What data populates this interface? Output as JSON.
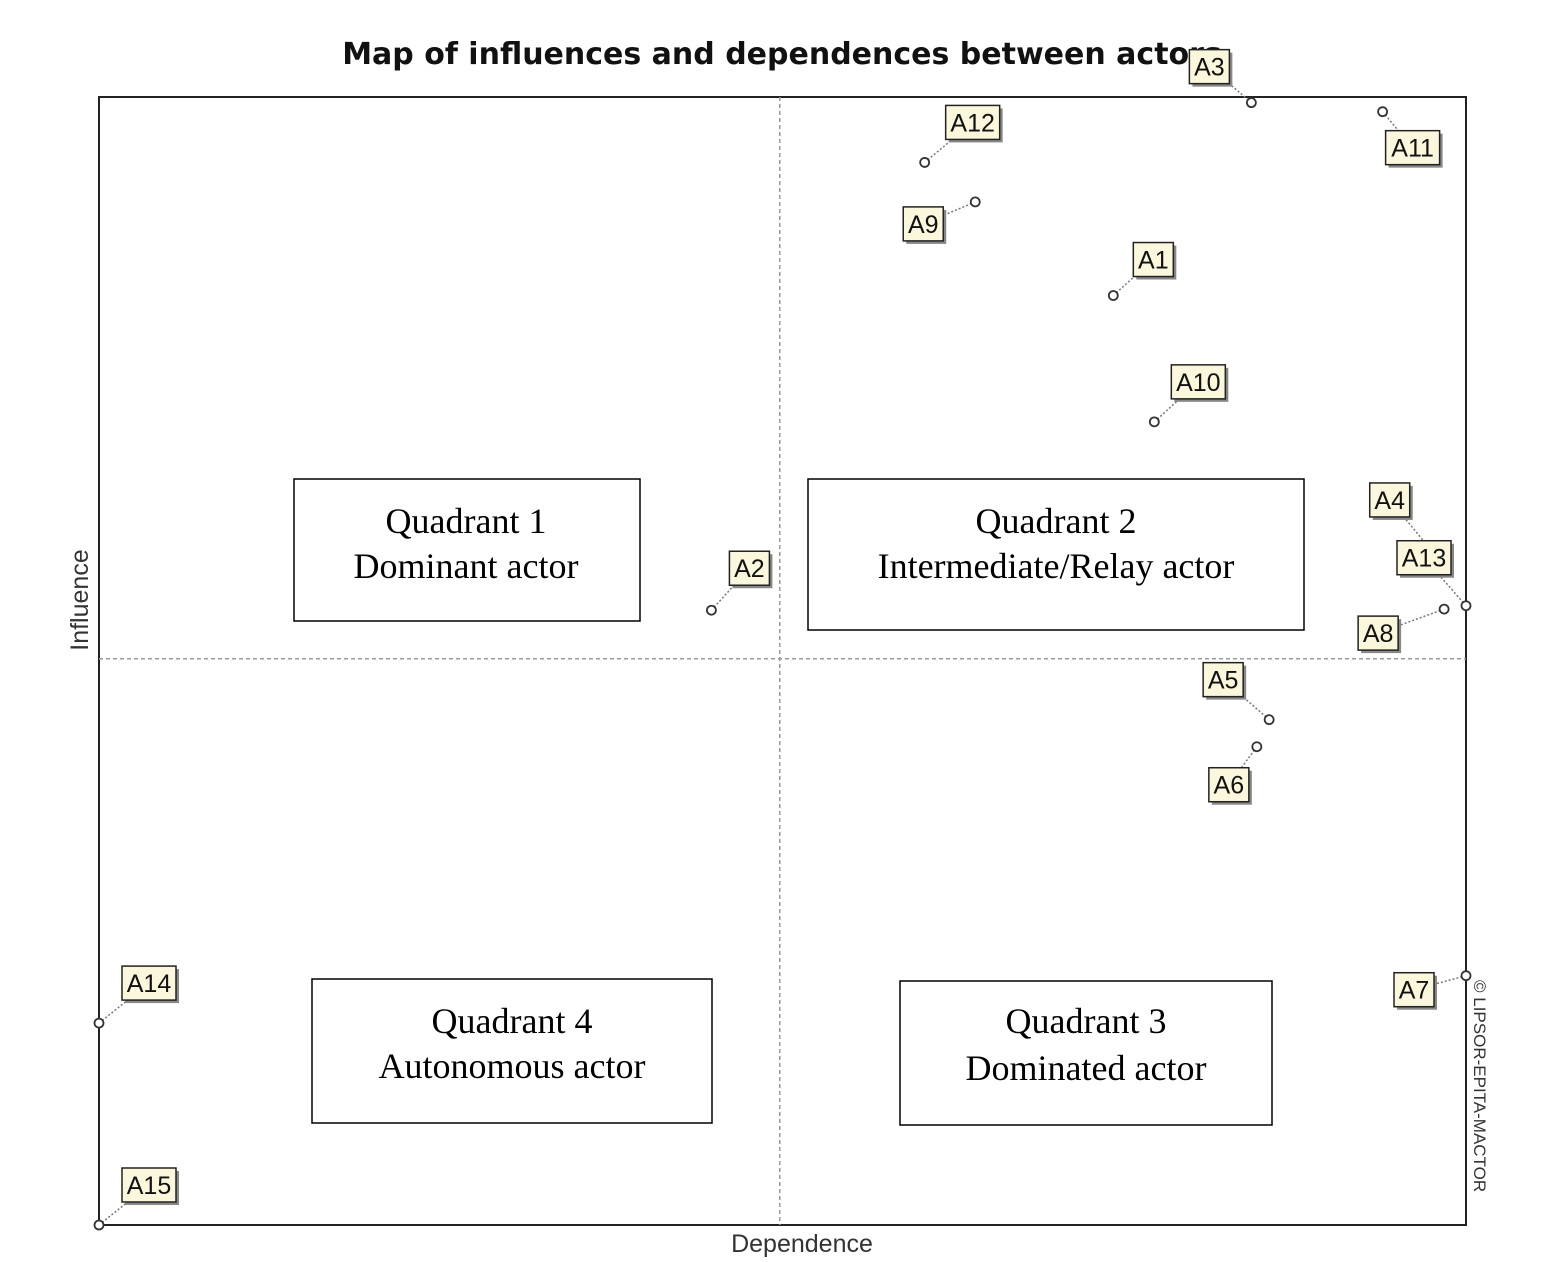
{
  "chart_data": {
    "type": "scatter",
    "title": "Map of influences and dependences between actors",
    "xlabel": "Dependence",
    "ylabel": "Influence",
    "credit": "© LIPSOR-EPITA-MACTOR",
    "xlim": [
      0,
      100
    ],
    "ylim": [
      0,
      100
    ],
    "x_split": 49.8,
    "y_split": 50.2,
    "grid": false,
    "points": [
      {
        "label": "A1",
        "x": 74.2,
        "y": 82.4
      },
      {
        "label": "A2",
        "x": 44.8,
        "y": 54.5
      },
      {
        "label": "A3",
        "x": 84.3,
        "y": 99.5
      },
      {
        "label": "A4",
        "x": 97.2,
        "y": 60.2
      },
      {
        "label": "A5",
        "x": 85.6,
        "y": 44.8
      },
      {
        "label": "A6",
        "x": 84.7,
        "y": 42.4
      },
      {
        "label": "A7",
        "x": 100.0,
        "y": 22.1
      },
      {
        "label": "A8",
        "x": 98.4,
        "y": 54.6
      },
      {
        "label": "A9",
        "x": 64.1,
        "y": 90.7
      },
      {
        "label": "A10",
        "x": 77.2,
        "y": 71.2
      },
      {
        "label": "A11",
        "x": 93.9,
        "y": 98.7
      },
      {
        "label": "A12",
        "x": 60.4,
        "y": 94.2
      },
      {
        "label": "A13",
        "x": 100.0,
        "y": 54.9
      },
      {
        "label": "A14",
        "x": 0.0,
        "y": 17.9
      },
      {
        "label": "A15",
        "x": 0.0,
        "y": 0.0
      }
    ],
    "quadrants": [
      {
        "line1": "Quadrant 1",
        "line2": "Dominant actor"
      },
      {
        "line1": "Quadrant 2",
        "line2": "Intermediate/Relay actor"
      },
      {
        "line1": "Quadrant 3",
        "line2": "Dominated actor"
      },
      {
        "line1": "Quadrant 4",
        "line2": "Autonomous actor"
      }
    ]
  }
}
